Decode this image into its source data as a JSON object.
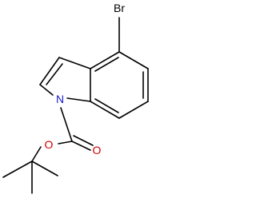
{
  "molecule": {
    "atoms": {
      "bromine": {
        "label": "Br",
        "color": "#000000"
      },
      "nitrogen": {
        "label": "N",
        "color": "#1a1ac8"
      },
      "carbonyl_oxygen": {
        "label": "O",
        "color": "#cc0000"
      },
      "ester_oxygen": {
        "label": "O",
        "color": "#cc0000"
      }
    },
    "bond_color": "#000000"
  }
}
